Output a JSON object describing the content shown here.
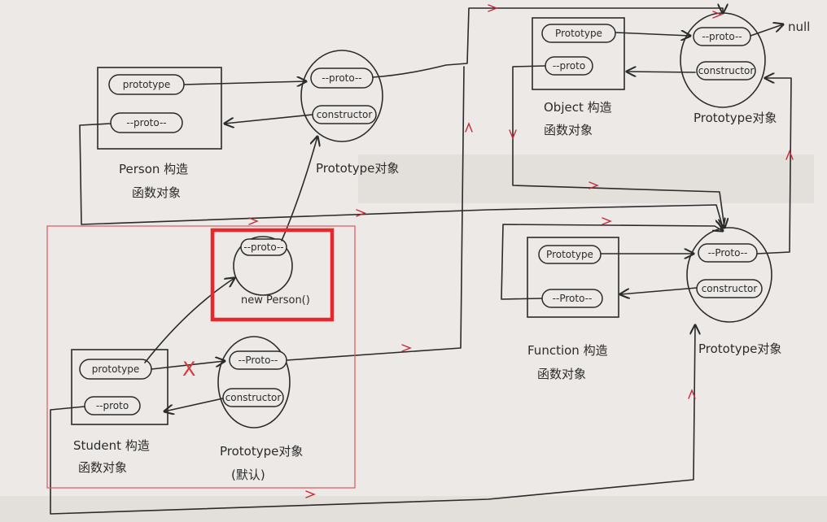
{
  "labels": {
    "person_prototype": "prototype",
    "person_proto": "--proto--",
    "person_caption_1": "Person 构造",
    "person_caption_2": "函数对象",
    "pp_proto": "--proto--",
    "pp_constructor": "constructor",
    "pp_caption": "Prototype对象",
    "obj_prototype": "Prototype",
    "obj_proto": "--proto",
    "obj_caption_1": "Object 构造",
    "obj_caption_2": "函数对象",
    "op_proto": "--proto--",
    "op_constructor": "constructor",
    "op_caption": "Prototype对象",
    "null_label": "null",
    "newp_proto": "--proto--",
    "newp_caption": "new Person()",
    "stu_prototype": "prototype",
    "stu_proto": "--proto",
    "stu_caption_1": "Student 构造",
    "stu_caption_2": "函数对象",
    "sp_proto": "--Proto--",
    "sp_constructor": "constructor",
    "sp_caption_1": "Prototype对象",
    "sp_caption_2": "(默认)",
    "fn_prototype": "Prototype",
    "fn_proto": "--Proto--",
    "fn_caption_1": "Function 构造",
    "fn_caption_2": "函数对象",
    "fp_proto": "--Proto--",
    "fp_constructor": "constructor",
    "fp_caption": "Prototype对象",
    "cross_mark": "X"
  },
  "colors": {
    "paper": "#ece9e6",
    "ink": "#2b2b2b",
    "highlight_thin": "#e0555a",
    "highlight_thick": "#e8262b",
    "arrow_tick": "#c42a3a"
  }
}
